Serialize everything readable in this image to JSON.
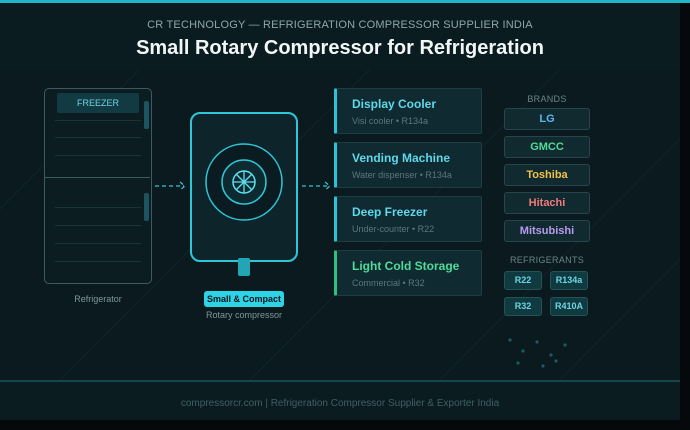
{
  "header": {
    "subtitle": "CR TECHNOLOGY — REFRIGERATION COMPRESSOR SUPPLIER INDIA",
    "title": "Small Rotary Compressor for Refrigeration"
  },
  "fridge": {
    "label": "FREEZER",
    "caption": "Refrigerator"
  },
  "compressor": {
    "badge": "Small & Compact",
    "caption": "Rotary compressor"
  },
  "applications": [
    {
      "title": "Display Cooler",
      "sub": "Visi cooler • R134a",
      "accent": "#2bc4d6",
      "text_color": "#5ed8ea"
    },
    {
      "title": "Vending Machine",
      "sub": "Water dispenser • R134a",
      "accent": "#2bc4d6",
      "text_color": "#5ed8ea"
    },
    {
      "title": "Deep Freezer",
      "sub": "Under-counter • R22",
      "accent": "#2bc4d6",
      "text_color": "#5ed8ea"
    },
    {
      "title": "Light Cold Storage",
      "sub": "Commercial • R32",
      "accent": "#2fbf7e",
      "text_color": "#4fdc9a"
    }
  ],
  "brands": {
    "label": "BRANDS",
    "items": [
      {
        "name": "LG",
        "color": "#5ab8f0"
      },
      {
        "name": "GMCC",
        "color": "#4fdc9a"
      },
      {
        "name": "Toshiba",
        "color": "#f2c14a"
      },
      {
        "name": "Hitachi",
        "color": "#ef7b7b"
      },
      {
        "name": "Mitsubishi",
        "color": "#b89af0"
      }
    ]
  },
  "refrigerants": {
    "label": "REFRIGERANTS",
    "items": [
      "R22",
      "R134a",
      "R32",
      "R410A"
    ]
  },
  "footer": {
    "text": "compressorcr.com | Refrigeration Compressor Supplier & Exporter India"
  },
  "colors": {
    "accent": "#2ec7d8",
    "background": "#0a1a1e"
  }
}
